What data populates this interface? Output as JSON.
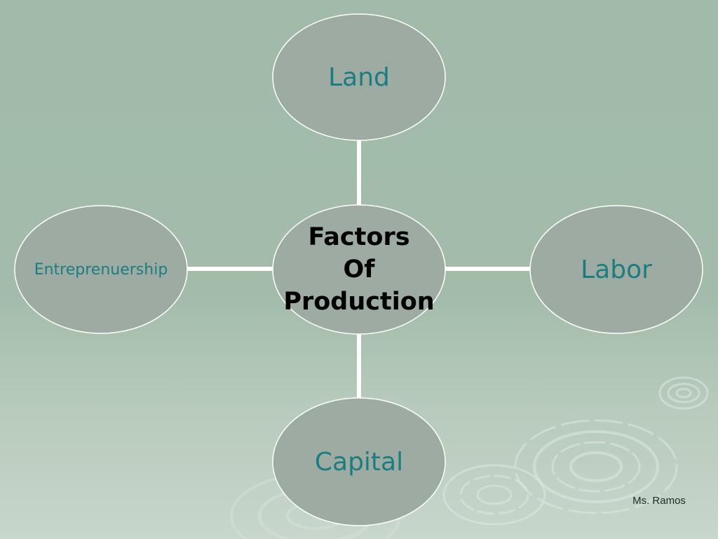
{
  "diagram": {
    "center": {
      "lines": [
        "Factors",
        "Of",
        "Production"
      ]
    },
    "nodes": {
      "land": "Land",
      "labor": "Labor",
      "capital": "Capital",
      "entrepreneurship": "Entreprenuership"
    },
    "author": "Ms. Ramos"
  },
  "colors": {
    "background": "#a3bcaa",
    "node_fill": "#9daba3",
    "node_stroke": "#ffffff",
    "connector": "#ffffff",
    "node_text": "#1c7d80",
    "center_text": "#000000"
  }
}
